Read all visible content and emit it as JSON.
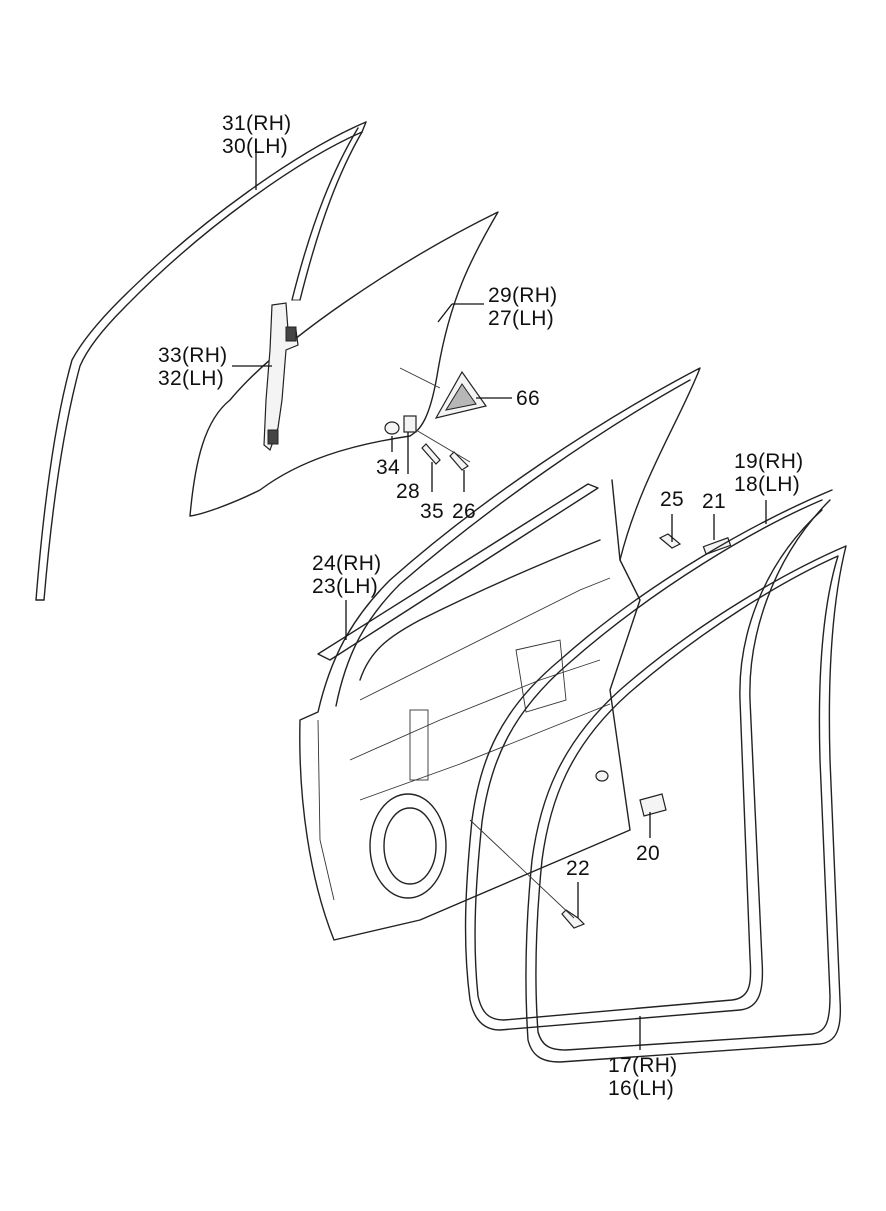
{
  "diagram": {
    "callouts": [
      {
        "id": "31-30",
        "lines": [
          "31(RH)",
          "30(LH)"
        ]
      },
      {
        "id": "29-27",
        "lines": [
          "29(RH)",
          "27(LH)"
        ]
      },
      {
        "id": "33-32",
        "lines": [
          "33(RH)",
          "32(LH)"
        ]
      },
      {
        "id": "66",
        "lines": [
          "66"
        ]
      },
      {
        "id": "34",
        "lines": [
          "34"
        ]
      },
      {
        "id": "28",
        "lines": [
          "28"
        ]
      },
      {
        "id": "35",
        "lines": [
          "35"
        ]
      },
      {
        "id": "26",
        "lines": [
          "26"
        ]
      },
      {
        "id": "25",
        "lines": [
          "25"
        ]
      },
      {
        "id": "21",
        "lines": [
          "21"
        ]
      },
      {
        "id": "19-18",
        "lines": [
          "19(RH)",
          "18(LH)"
        ]
      },
      {
        "id": "24-23",
        "lines": [
          "24(RH)",
          "23(LH)"
        ]
      },
      {
        "id": "20",
        "lines": [
          "20"
        ]
      },
      {
        "id": "22",
        "lines": [
          "22"
        ]
      },
      {
        "id": "17-16",
        "lines": [
          "17(RH)",
          "16(LH)"
        ]
      }
    ]
  }
}
